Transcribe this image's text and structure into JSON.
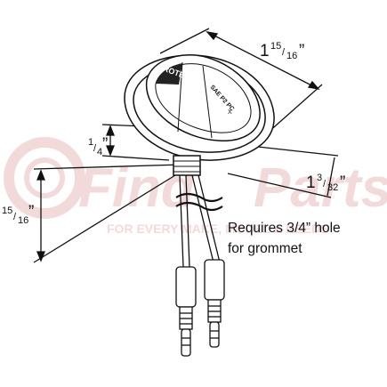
{
  "watermark": {
    "brand_prefix": "Find",
    "brand_suffix": "Parts",
    "tagline": "FOR EVERY MAKE, MODEL & NEEDS",
    "color": "#e8bcbc",
    "icon": "gear-wheel-icon"
  },
  "dimensions": {
    "length": {
      "whole": "1",
      "num": "15",
      "den": "16",
      "unit": "”"
    },
    "width": {
      "whole": "1",
      "num": "3",
      "den": "32",
      "unit": "”"
    },
    "depth": {
      "whole": "",
      "num": "1",
      "den": "4",
      "unit": "”"
    },
    "height": {
      "whole": "",
      "num": "15",
      "den": "16",
      "unit": "”"
    }
  },
  "note": {
    "line1": "Requires 3/4” hole",
    "line2": "for grommet"
  },
  "lamp_labels": {
    "brand": "GROTE",
    "markings": "SAE P2 PC",
    "code": "X"
  },
  "colors": {
    "line": "#111111",
    "watermark": "#e8bcbc"
  }
}
